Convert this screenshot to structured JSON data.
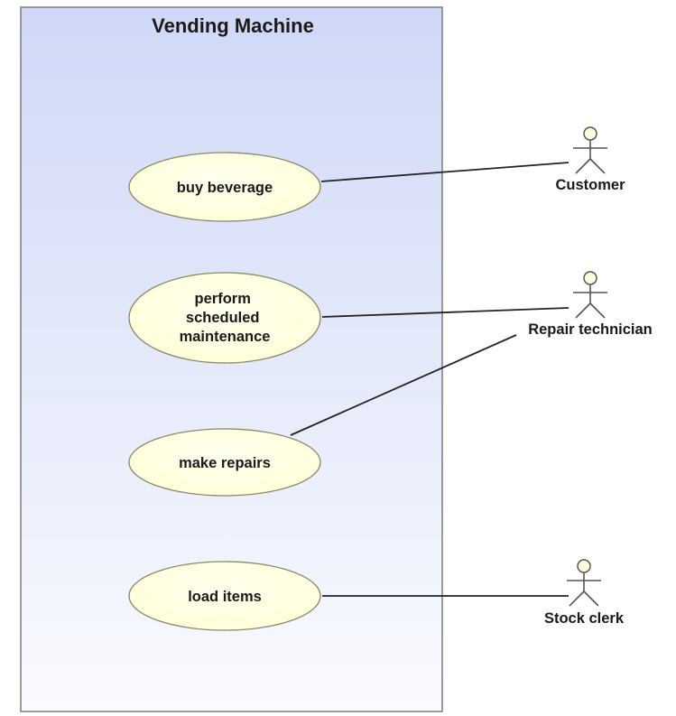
{
  "system": {
    "title": "Vending Machine"
  },
  "use_cases": [
    {
      "id": "uc1",
      "lines": [
        "buy beverage"
      ]
    },
    {
      "id": "uc2",
      "lines": [
        "perform",
        "scheduled",
        "maintenance"
      ]
    },
    {
      "id": "uc3",
      "lines": [
        "make repairs"
      ]
    },
    {
      "id": "uc4",
      "lines": [
        "load items"
      ]
    }
  ],
  "actors": [
    {
      "id": "a1",
      "name": "Customer"
    },
    {
      "id": "a2",
      "name": "Repair technician"
    },
    {
      "id": "a3",
      "name": "Stock clerk"
    }
  ],
  "associations": [
    {
      "use_case": "uc1",
      "actor": "a1"
    },
    {
      "use_case": "uc2",
      "actor": "a2"
    },
    {
      "use_case": "uc3",
      "actor": "a2"
    },
    {
      "use_case": "uc4",
      "actor": "a3"
    }
  ],
  "colors": {
    "system_fill_top": "#cfd8f6",
    "system_fill_bottom": "#fafbff",
    "system_border": "#7a7a7a",
    "use_case_fill": "#ffffd9",
    "use_case_border": "#8a8a6a",
    "actor_head_fill": "#ffffe0"
  }
}
